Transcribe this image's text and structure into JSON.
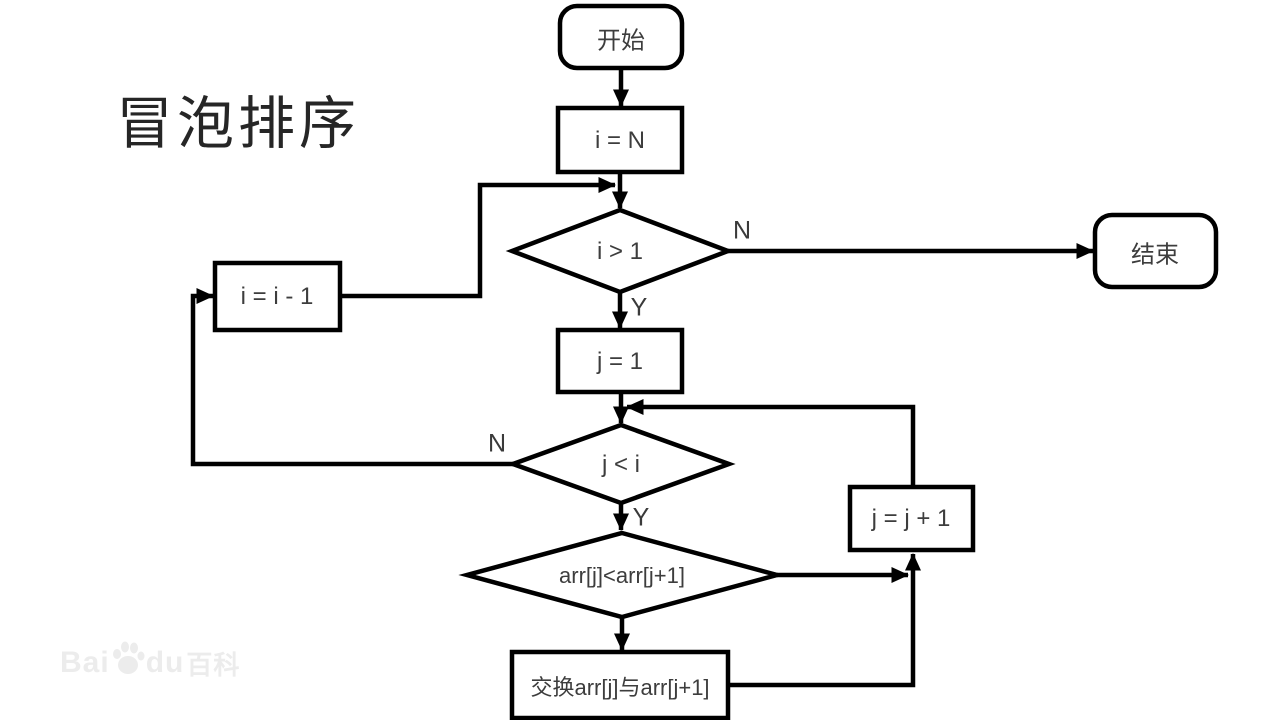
{
  "title": "冒泡排序",
  "colors": {
    "stroke": "#000000",
    "node_fill": "#ffffff",
    "text": "#3d3d3d",
    "background": "#ffffff",
    "watermark": "#ececec"
  },
  "watermark": {
    "part1": "Bai",
    "part2": "du",
    "part3": "百科",
    "icon": "baidu-paw-icon"
  },
  "diagram": {
    "type": "flowchart",
    "nodes": {
      "start": {
        "type": "terminator",
        "label": "开始"
      },
      "init_i": {
        "type": "process",
        "label": "i = N"
      },
      "cond_i": {
        "type": "decision",
        "label": "i > 1"
      },
      "finish": {
        "type": "terminator",
        "label": "结束"
      },
      "init_j": {
        "type": "process",
        "label": "j = 1"
      },
      "cond_j": {
        "type": "decision",
        "label": "j < i"
      },
      "dec_i": {
        "type": "process",
        "label": "i = i - 1"
      },
      "cond_swap": {
        "type": "decision",
        "label": "arr[j]<arr[j+1]"
      },
      "swap": {
        "type": "process",
        "label": "交换arr[j]与arr[j+1]"
      },
      "inc_j": {
        "type": "process",
        "label": "j = j + 1"
      }
    },
    "edge_labels": {
      "cond_i_no": "N",
      "cond_i_yes": "Y",
      "cond_j_no": "N",
      "cond_j_yes": "Y"
    },
    "edges": [
      "start -> init_i",
      "init_i -> cond_i",
      "cond_i -N-> finish",
      "cond_i -Y-> init_j",
      "init_j -> cond_j",
      "cond_j -N-> dec_i",
      "dec_i -> cond_i",
      "cond_j -Y-> cond_swap",
      "cond_swap -> inc_j",
      "cond_swap -> swap",
      "swap -> inc_j",
      "inc_j -> cond_j"
    ]
  }
}
